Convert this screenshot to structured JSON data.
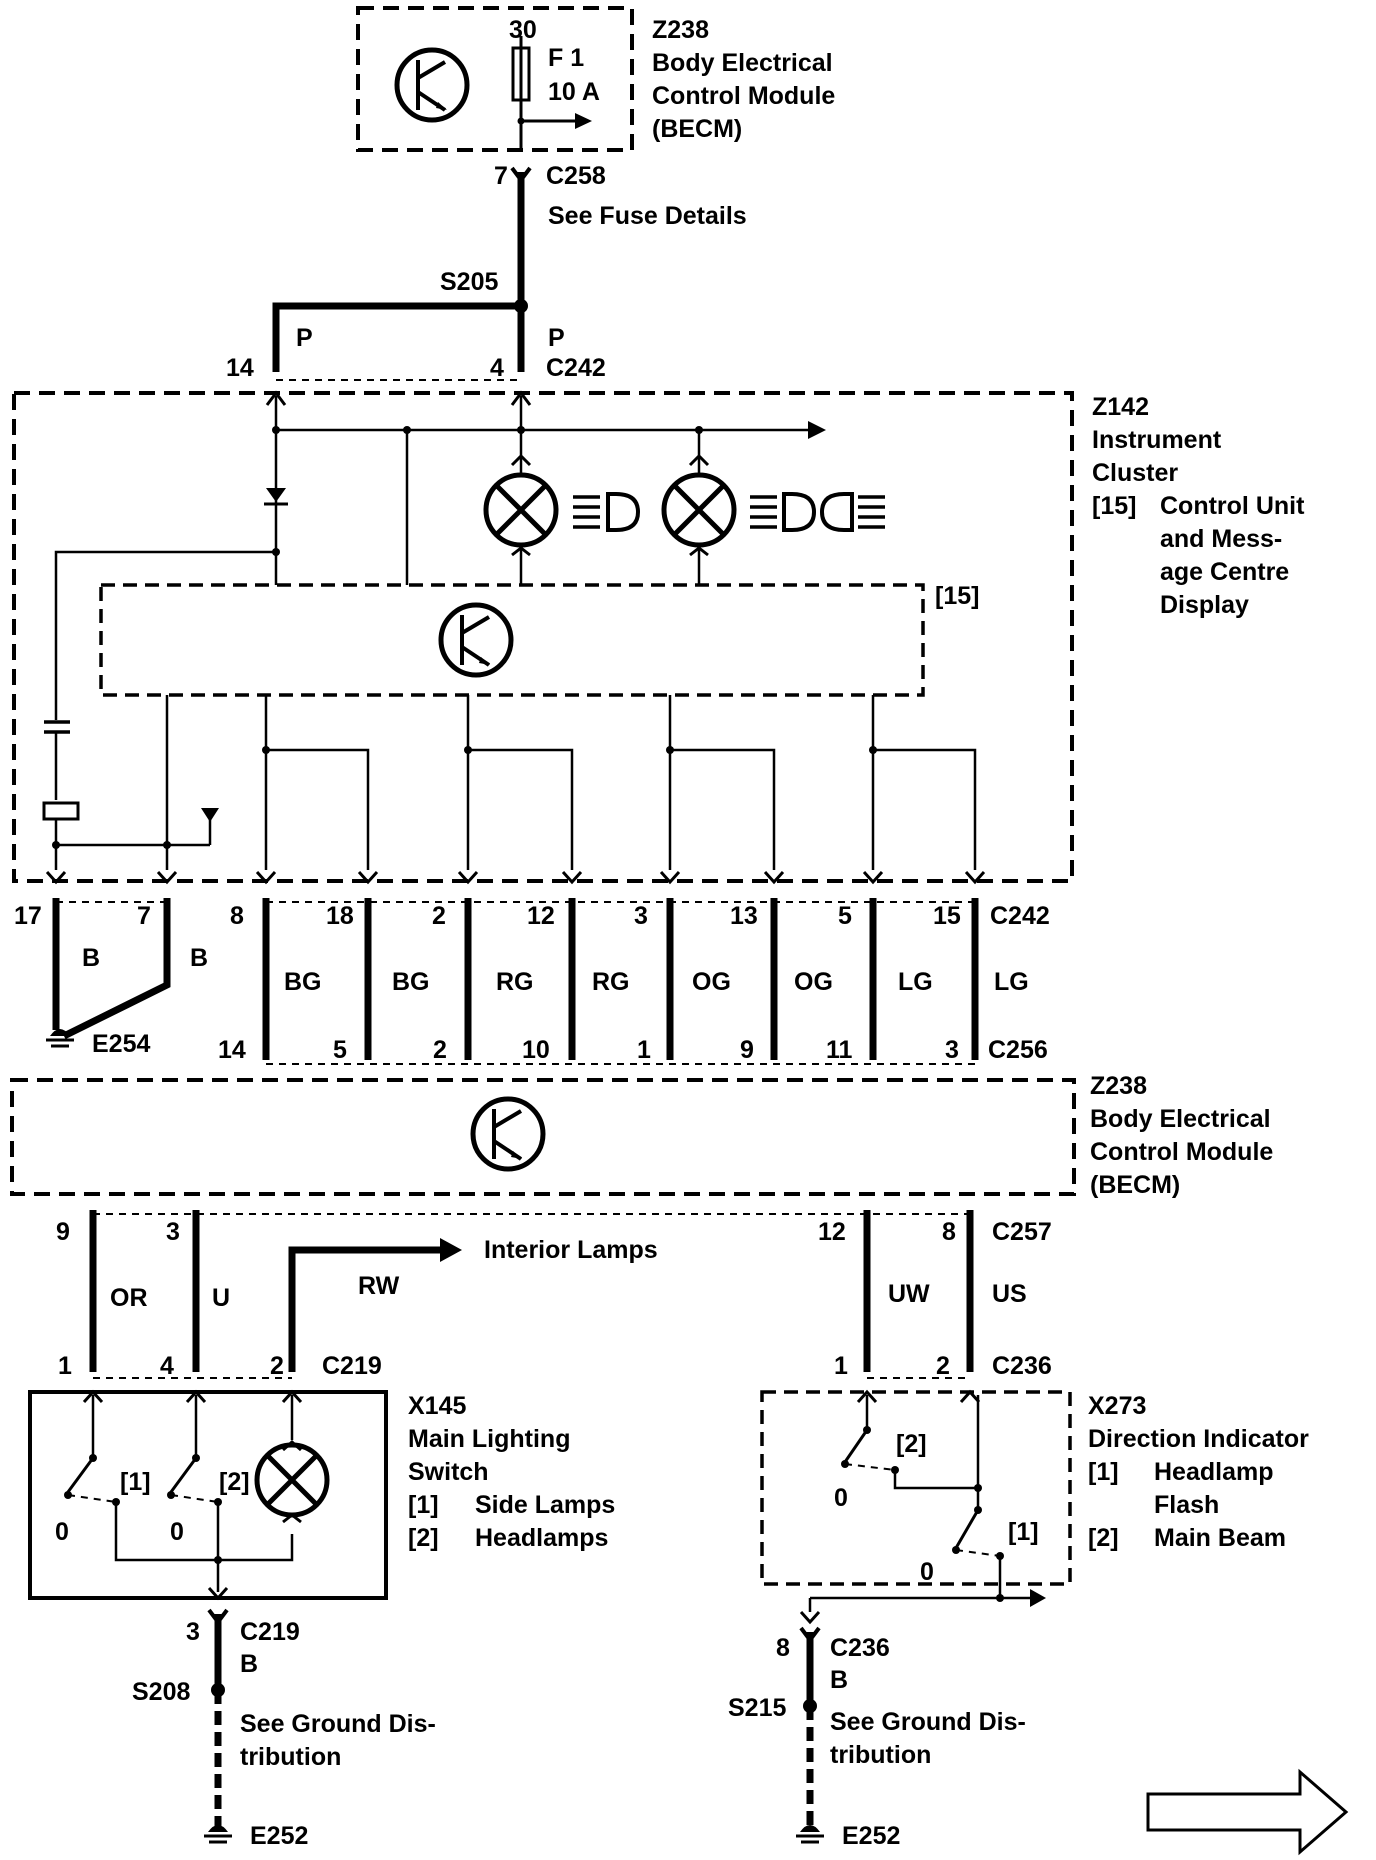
{
  "becm_top": {
    "ref": "Z238",
    "lines": [
      "Body Electrical",
      "Control Module",
      "(BECM)"
    ],
    "fuse_pin": "30",
    "fuse_id": "F 1",
    "fuse_rating": "10 A"
  },
  "c258": {
    "pin": "7",
    "id": "C258",
    "note": "See Fuse Details"
  },
  "splice_s205": "S205",
  "wire_p_left": "P",
  "wire_p_right": "P",
  "c242_top": {
    "left_pin": "14",
    "right_pin": "4",
    "id": "C242"
  },
  "cluster": {
    "ref": "Z142",
    "lines": [
      "Instrument",
      "Cluster"
    ],
    "sub_ref": "[15]",
    "sub_lines": [
      "Control Unit",
      "and Mess-",
      "age Centre",
      "Display"
    ],
    "inner_tag": "[15]"
  },
  "c242_pins": [
    "17",
    "7",
    "8",
    "18",
    "2",
    "12",
    "3",
    "13",
    "5",
    "15"
  ],
  "c242_id": "C242",
  "wire_colors_upper": [
    "B",
    "B",
    "BG",
    "BG",
    "RG",
    "RG",
    "OG",
    "OG",
    "LG",
    "LG"
  ],
  "ground_e254": "E254",
  "c256_pins": [
    "14",
    "5",
    "2",
    "10",
    "1",
    "9",
    "11",
    "3"
  ],
  "c256_id": "C256",
  "becm_mid": {
    "ref": "Z238",
    "lines": [
      "Body Electrical",
      "Control Module",
      "(BECM)"
    ]
  },
  "c257": {
    "pins": [
      "9",
      "3",
      "12",
      "8"
    ],
    "id": "C257"
  },
  "wire_colors_lower": [
    "OR",
    "U",
    "RW",
    "UW",
    "US"
  ],
  "interior_lamps": "Interior Lamps",
  "c219": {
    "pins": [
      "1",
      "4",
      "2"
    ],
    "id": "C219"
  },
  "c236": {
    "pins": [
      "1",
      "2"
    ],
    "id": "C236"
  },
  "x145": {
    "ref": "X145",
    "lines": [
      "Main Lighting",
      "Switch"
    ],
    "items": [
      {
        "tag": "[1]",
        "label": "Side Lamps"
      },
      {
        "tag": "[2]",
        "label": "Headlamps"
      }
    ],
    "sw_tags": [
      "[1]",
      "[2]"
    ],
    "zeros": [
      "0",
      "0"
    ]
  },
  "x273": {
    "ref": "X273",
    "lines": [
      "Direction Indicator"
    ],
    "items": [
      {
        "tag": "[1]",
        "label": "Headlamp"
      },
      {
        "tag": "",
        "label": "Flash"
      },
      {
        "tag": "[2]",
        "label": "Main Beam"
      }
    ],
    "sw_tags": [
      "[2]",
      "[1]"
    ],
    "zeros": [
      "0",
      "0"
    ]
  },
  "left_ground": {
    "pin": "3",
    "conn": "C219",
    "color": "B",
    "splice": "S208",
    "note_lines": [
      "See Ground Dis-",
      "tribution"
    ],
    "ground": "E252"
  },
  "right_ground": {
    "pin": "8",
    "conn": "C236",
    "color": "B",
    "splice": "S215",
    "note_lines": [
      "See Ground Dis-",
      "tribution"
    ],
    "ground": "E252"
  }
}
